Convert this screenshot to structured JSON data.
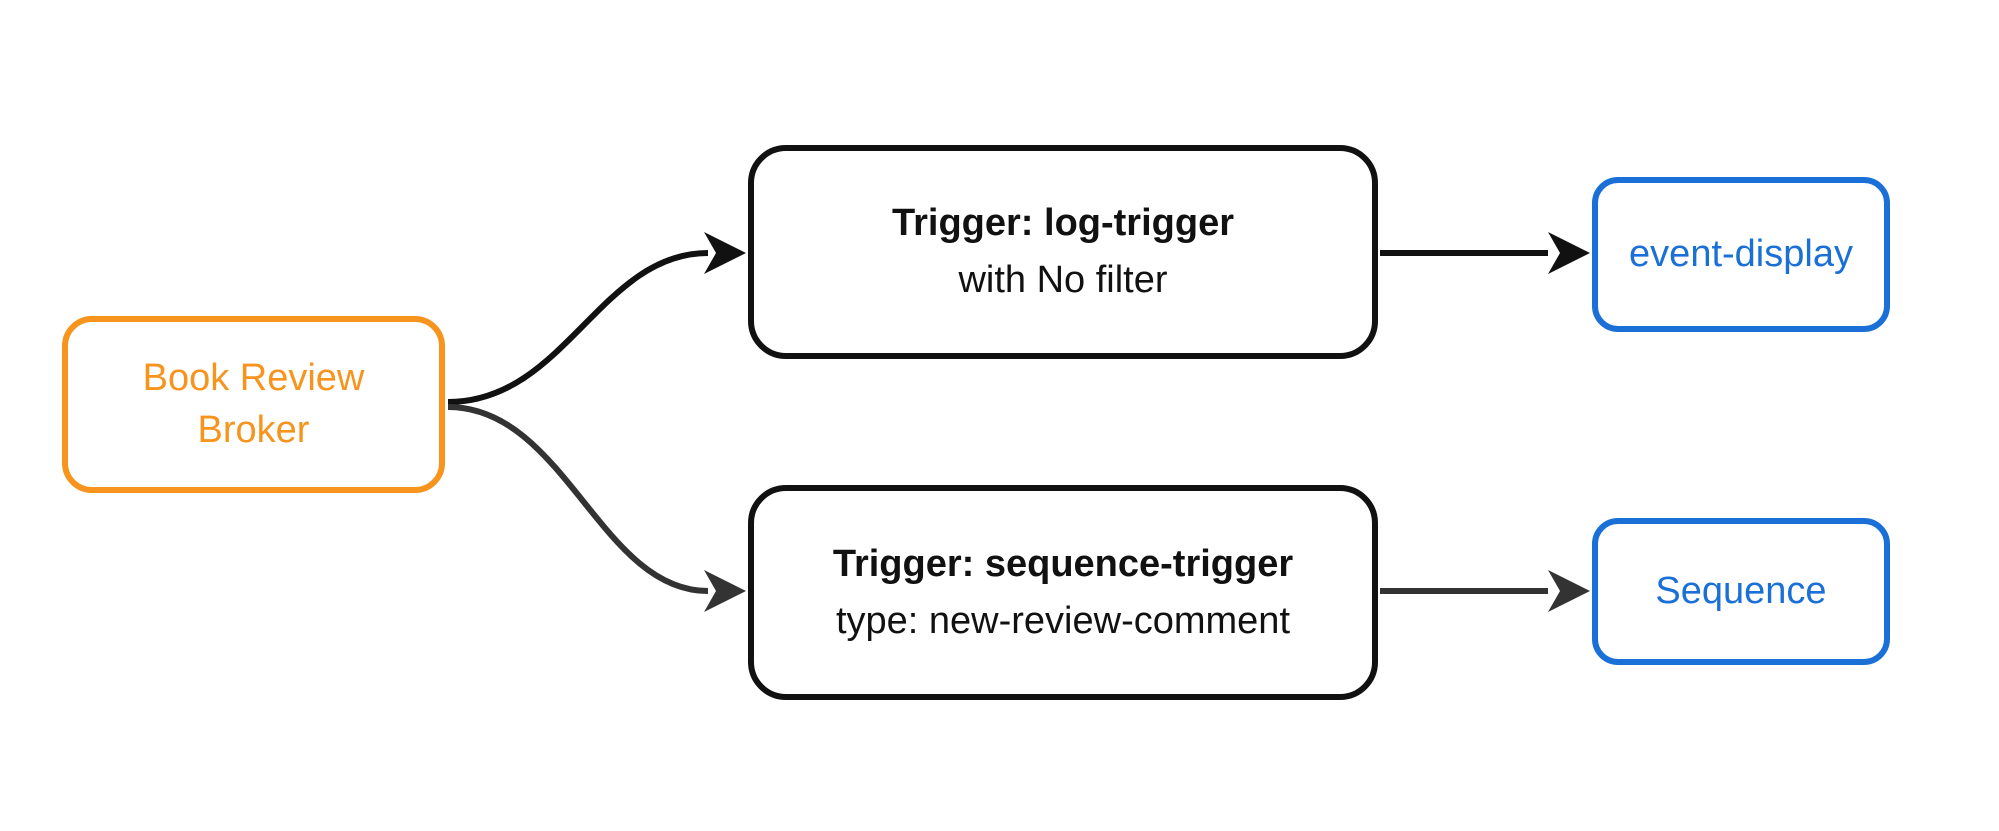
{
  "diagram": {
    "nodes": {
      "broker": {
        "label": "Book Review Broker",
        "accent_color": "#F7941E"
      },
      "trigger_log": {
        "title": "Trigger: log-trigger",
        "subtitle": "with No filter",
        "accent_color": "#111111"
      },
      "trigger_sequence": {
        "title": "Trigger: sequence-trigger",
        "subtitle": "type: new-review-comment",
        "accent_color": "#111111"
      },
      "output_event_display": {
        "label": "event-display",
        "accent_color": "#1A70D6"
      },
      "output_sequence": {
        "label": "Sequence",
        "accent_color": "#1A70D6"
      }
    },
    "edges": [
      {
        "from": "broker",
        "to": "trigger_log",
        "style": "curved",
        "color": "#111111"
      },
      {
        "from": "broker",
        "to": "trigger_sequence",
        "style": "curved",
        "color": "#333333"
      },
      {
        "from": "trigger_log",
        "to": "output_event_display",
        "style": "straight",
        "color": "#111111"
      },
      {
        "from": "trigger_sequence",
        "to": "output_sequence",
        "style": "straight",
        "color": "#333333"
      }
    ],
    "colors": {
      "background": "#ffffff",
      "orange": "#F7941E",
      "blue": "#1A70D6",
      "black": "#111111",
      "dark_gray": "#333333"
    }
  }
}
